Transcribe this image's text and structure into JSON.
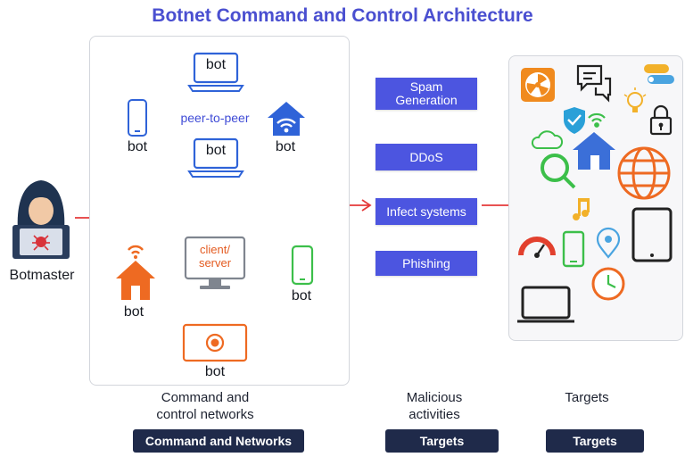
{
  "title": "Botnet Command and Control Architecture",
  "botmaster": {
    "label": "Botmaster"
  },
  "c2_panel": {
    "peer_label": "peer-to-peer",
    "server_label_line1": "client/",
    "server_label_line2": "server",
    "bot_label": "bot"
  },
  "activities": [
    {
      "label_line1": "Spam",
      "label_line2": "Generation"
    },
    {
      "label_line1": "DDoS",
      "label_line2": ""
    },
    {
      "label_line1": "Infect systems",
      "label_line2": ""
    },
    {
      "label_line1": "Phishing",
      "label_line2": ""
    }
  ],
  "captions": {
    "c2_line1": "Command and",
    "c2_line2": "control networks",
    "activities_line1": "Malicious",
    "activities_line2": "activities",
    "targets": "Targets"
  },
  "buttons": {
    "c2": "Command and Networks",
    "activities": "Targets",
    "targets": "Targets"
  },
  "colors": {
    "title": "#4a4fd0",
    "accent_blue": "#2f63d8",
    "accent_orange": "#ee6a22",
    "accent_green": "#3cbf4a",
    "arrow_red": "#e43a3a",
    "activity_box": "#4c55e0",
    "button_dark": "#1f2a4a"
  }
}
